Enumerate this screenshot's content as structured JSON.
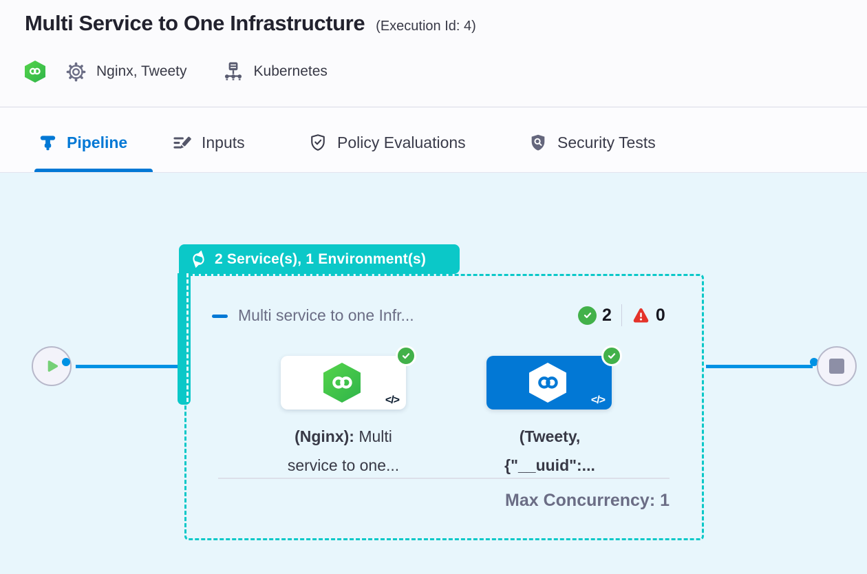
{
  "header": {
    "title": "Multi Service to One Infrastructure",
    "execution_id": "(Execution Id: 4)",
    "services_label": "Nginx, Tweety",
    "infrastructure_label": "Kubernetes"
  },
  "tabs": [
    {
      "label": "Pipeline",
      "active": true
    },
    {
      "label": "Inputs",
      "active": false
    },
    {
      "label": "Policy Evaluations",
      "active": false
    },
    {
      "label": "Security Tests",
      "active": false
    }
  ],
  "pipeline": {
    "badge_label": "2 Service(s), 1 Environment(s)",
    "stage": {
      "name": "Multi service to one Infr...",
      "success_count": "2",
      "failed_count": "0",
      "max_concurrency_label": "Max Concurrency: 1",
      "services": [
        {
          "label_bold": "(Nginx):",
          "label_rest": " Multi",
          "label_line2": "service to one...",
          "code_glyph": "</>",
          "card_style": "white"
        },
        {
          "label_bold": "(Tweety,",
          "label_line2": "{\"__uuid\":...",
          "code_glyph": "</>",
          "card_style": "blue"
        }
      ]
    }
  },
  "colors": {
    "teal": "#0bc8c8",
    "blue": "#0278d5",
    "lineblue": "#0092e4",
    "green": "#42b14a",
    "greenlight": "#76d077",
    "red": "#e4332a",
    "canvas": "#e8f6fc",
    "headerbg": "#fbfbfd",
    "textdark": "#22222e",
    "textgray": "#383946",
    "textmuted": "#6b6d85",
    "nodeborder": "#b7b8ca",
    "nodefill": "#f3f3fa",
    "nodesquare": "#8d8fa6"
  }
}
